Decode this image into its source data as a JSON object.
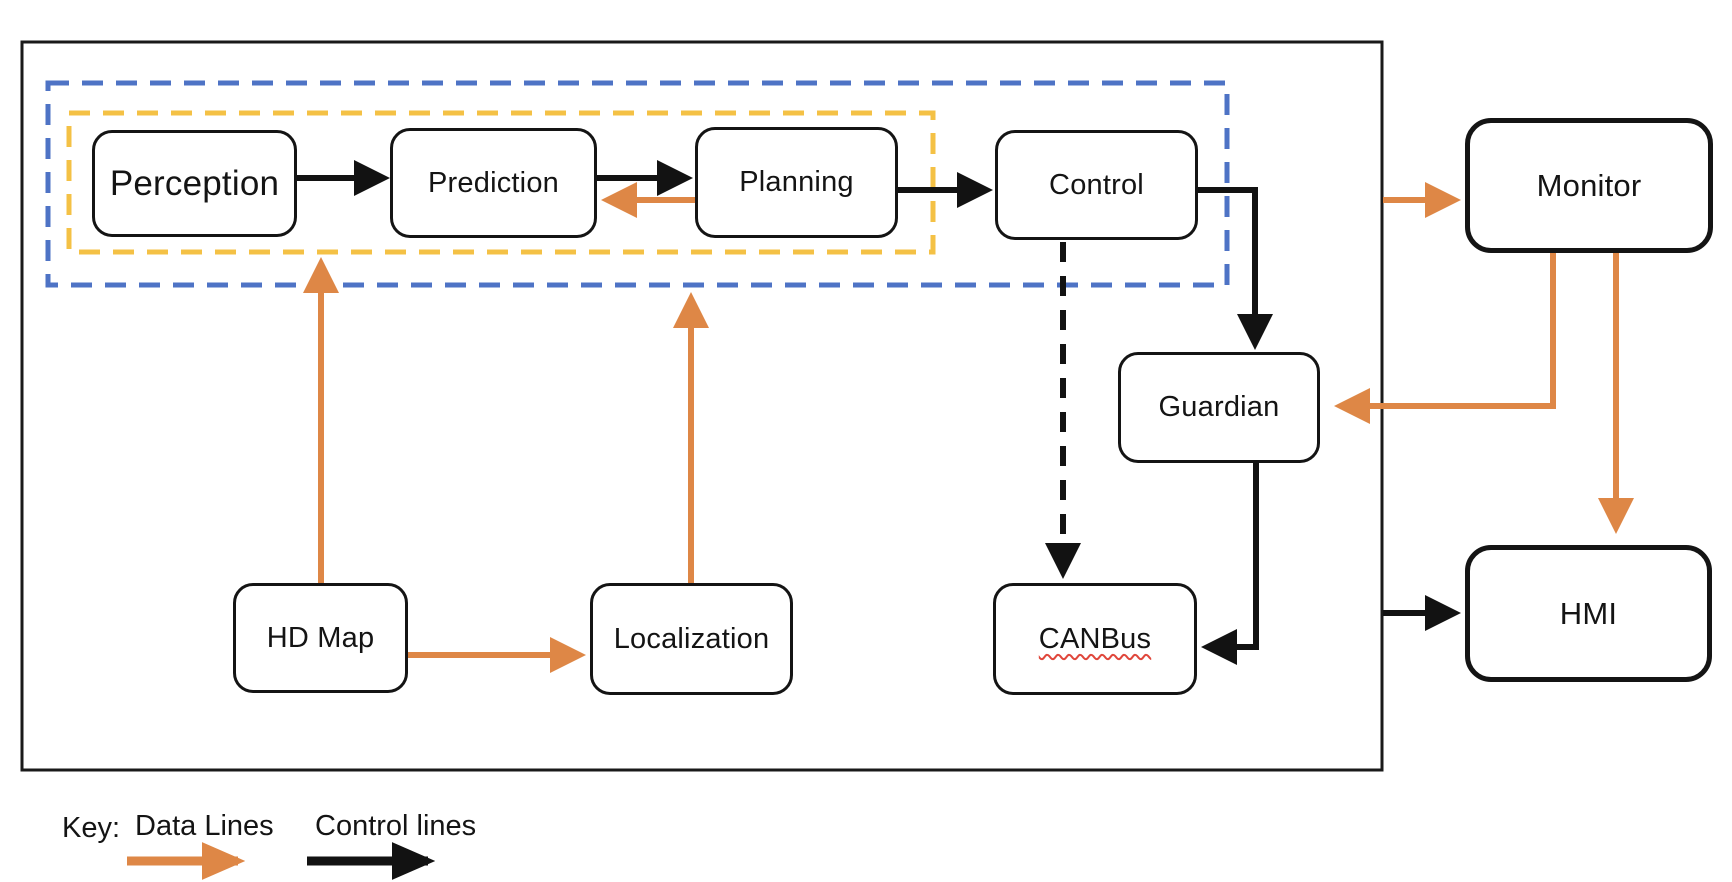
{
  "diagram": {
    "nodes": {
      "perception": {
        "label": "Perception"
      },
      "prediction": {
        "label": "Prediction"
      },
      "planning": {
        "label": "Planning"
      },
      "control": {
        "label": "Control"
      },
      "guardian": {
        "label": "Guardian"
      },
      "canbus": {
        "label": "CANBus",
        "spellcheck_underline": true
      },
      "hd_map": {
        "label": "HD Map"
      },
      "localization": {
        "label": "Localization"
      },
      "monitor": {
        "label": "Monitor"
      },
      "hmi": {
        "label": "HMI"
      }
    },
    "groups": {
      "outer_system_box": {
        "border": "solid black",
        "label": ""
      },
      "autonomy_group": {
        "border": "dashed blue",
        "label": ""
      },
      "planning_subgroup": {
        "border": "dashed yellow",
        "label": ""
      }
    },
    "edges": [
      {
        "from": "perception",
        "to": "prediction",
        "type": "control",
        "style": "solid"
      },
      {
        "from": "prediction",
        "to": "planning",
        "type": "control",
        "style": "solid"
      },
      {
        "from": "planning",
        "to": "prediction",
        "type": "data",
        "style": "solid"
      },
      {
        "from": "planning",
        "to": "control",
        "type": "control",
        "style": "solid"
      },
      {
        "from": "control",
        "to": "guardian",
        "type": "control",
        "style": "solid"
      },
      {
        "from": "control",
        "to": "canbus",
        "type": "control",
        "style": "dashed"
      },
      {
        "from": "guardian",
        "to": "canbus",
        "type": "control",
        "style": "solid"
      },
      {
        "from": "hd_map",
        "to": "localization",
        "type": "data",
        "style": "solid"
      },
      {
        "from": "hd_map",
        "to": "planning_subgroup",
        "type": "data",
        "style": "solid"
      },
      {
        "from": "localization",
        "to": "autonomy_group",
        "type": "data",
        "style": "solid"
      },
      {
        "from": "outer_system_box",
        "to": "monitor",
        "type": "data",
        "style": "solid"
      },
      {
        "from": "monitor",
        "to": "guardian",
        "type": "data",
        "style": "solid"
      },
      {
        "from": "monitor",
        "to": "hmi",
        "type": "data",
        "style": "solid"
      },
      {
        "from": "outer_system_box",
        "to": "hmi",
        "type": "control",
        "style": "solid"
      }
    ],
    "legend": {
      "title": "Key:",
      "data_lines_label": "Data Lines",
      "control_lines_label": "Control lines"
    },
    "colors": {
      "data_line_orange": "#DE8746",
      "control_line_black": "#121212",
      "planning_subgroup_dash_yellow": "#F4C145",
      "autonomy_group_dash_blue": "#4E73C5",
      "spellcheck_red": "#E0473C",
      "box_border_black": "#141414",
      "background": "#FFFFFF"
    }
  }
}
